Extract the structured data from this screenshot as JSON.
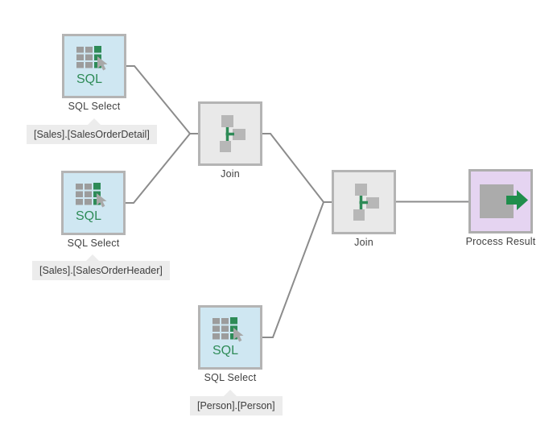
{
  "diagram": {
    "tool_style": "dataflow-designer",
    "background": "#ffffff",
    "palette": {
      "sql_node_bg": "#cfe7f2",
      "join_node_bg": "#e9e9e9",
      "process_node_bg": "#e5d4f1",
      "node_border": "#b4b4b4",
      "connector_line": "#8c8c8c",
      "accent_green": "#2e8b57",
      "icon_gray": "#9c9c9c",
      "callout_bg": "#ececec",
      "label_text": "#414141"
    },
    "nodes": [
      {
        "id": "sql-select-1",
        "type": "sql-select",
        "label": "SQL Select",
        "icon": "sql-table-cursor-icon",
        "icon_text": "SQL",
        "table": "[Sales].[SalesOrderDetail]"
      },
      {
        "id": "join-1",
        "type": "join",
        "label": "Join",
        "icon": "join-icon"
      },
      {
        "id": "sql-select-2",
        "type": "sql-select",
        "label": "SQL Select",
        "icon": "sql-table-cursor-icon",
        "icon_text": "SQL",
        "table": "[Sales].[SalesOrderHeader]"
      },
      {
        "id": "join-2",
        "type": "join",
        "label": "Join",
        "icon": "join-icon"
      },
      {
        "id": "process-result",
        "type": "process-result",
        "label": "Process Result",
        "icon": "process-result-arrow-icon"
      },
      {
        "id": "sql-select-3",
        "type": "sql-select",
        "label": "SQL Select",
        "icon": "sql-table-cursor-icon",
        "icon_text": "SQL",
        "table": "[Person].[Person]"
      }
    ],
    "edges": [
      {
        "from": "sql-select-1",
        "to": "join-1"
      },
      {
        "from": "sql-select-2",
        "to": "join-1"
      },
      {
        "from": "join-1",
        "to": "join-2"
      },
      {
        "from": "sql-select-3",
        "to": "join-2"
      },
      {
        "from": "join-2",
        "to": "process-result"
      }
    ]
  }
}
